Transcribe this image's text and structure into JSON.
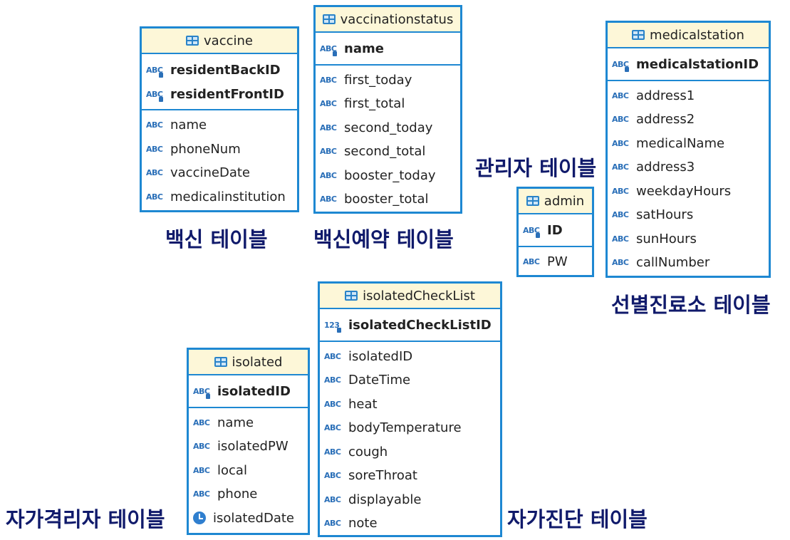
{
  "tables": {
    "vaccine": {
      "name": "vaccine",
      "keys": [
        {
          "type": "ABC",
          "name": "residentBackID"
        },
        {
          "type": "ABC",
          "name": "residentFrontID"
        }
      ],
      "fields": [
        {
          "type": "ABC",
          "name": "name"
        },
        {
          "type": "ABC",
          "name": "phoneNum"
        },
        {
          "type": "ABC",
          "name": "vaccineDate"
        },
        {
          "type": "ABC",
          "name": "medicalinstitution"
        }
      ]
    },
    "vaccinationstatus": {
      "name": "vaccinationstatus",
      "keys": [
        {
          "type": "ABC",
          "name": "name"
        }
      ],
      "fields": [
        {
          "type": "ABC",
          "name": "first_today"
        },
        {
          "type": "ABC",
          "name": "first_total"
        },
        {
          "type": "ABC",
          "name": "second_today"
        },
        {
          "type": "ABC",
          "name": "second_total"
        },
        {
          "type": "ABC",
          "name": "booster_today"
        },
        {
          "type": "ABC",
          "name": "booster_total"
        }
      ]
    },
    "medicalstation": {
      "name": "medicalstation",
      "keys": [
        {
          "type": "ABC",
          "name": "medicalstationID"
        }
      ],
      "fields": [
        {
          "type": "ABC",
          "name": "address1"
        },
        {
          "type": "ABC",
          "name": "address2"
        },
        {
          "type": "ABC",
          "name": "medicalName"
        },
        {
          "type": "ABC",
          "name": "address3"
        },
        {
          "type": "ABC",
          "name": "weekdayHours"
        },
        {
          "type": "ABC",
          "name": "satHours"
        },
        {
          "type": "ABC",
          "name": "sunHours"
        },
        {
          "type": "ABC",
          "name": "callNumber"
        }
      ]
    },
    "admin": {
      "name": "admin",
      "keys": [
        {
          "type": "ABC",
          "name": "ID"
        }
      ],
      "fields": [
        {
          "type": "ABC",
          "name": "PW"
        }
      ]
    },
    "isolated": {
      "name": "isolated",
      "keys": [
        {
          "type": "ABC",
          "name": "isolatedID"
        }
      ],
      "fields": [
        {
          "type": "ABC",
          "name": "name"
        },
        {
          "type": "ABC",
          "name": "isolatedPW"
        },
        {
          "type": "ABC",
          "name": "local"
        },
        {
          "type": "ABC",
          "name": "phone"
        },
        {
          "type": "clock",
          "name": "isolatedDate"
        }
      ]
    },
    "isolatedCheckList": {
      "name": "isolatedCheckList",
      "keys": [
        {
          "type": "123",
          "name": "isolatedCheckListID"
        }
      ],
      "fields": [
        {
          "type": "ABC",
          "name": "isolatedID"
        },
        {
          "type": "ABC",
          "name": "DateTime"
        },
        {
          "type": "ABC",
          "name": "heat"
        },
        {
          "type": "ABC",
          "name": "bodyTemperature"
        },
        {
          "type": "ABC",
          "name": "cough"
        },
        {
          "type": "ABC",
          "name": "soreThroat"
        },
        {
          "type": "ABC",
          "name": "displayable"
        },
        {
          "type": "ABC",
          "name": "note"
        }
      ]
    }
  },
  "captions": {
    "vaccine": "백신 테이블",
    "vaccinationstatus": "백신예약 테이블",
    "admin": "관리자 테이블",
    "medicalstation": "선별진료소 테이블",
    "isolated": "자가격리자 테이블",
    "isolatedCheckList": "자가진단 테이블"
  },
  "colors": {
    "border": "#1e88d2",
    "header_bg": "#fdf7d8",
    "caption": "#101a6b"
  }
}
